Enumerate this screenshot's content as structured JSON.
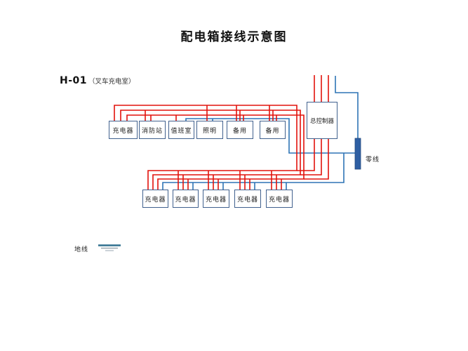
{
  "title": "配电箱接线示意图",
  "subtitle": {
    "code": "H-01",
    "room": "（叉车充电室）"
  },
  "controller": {
    "label": "总控制器"
  },
  "top_row": {
    "boxes": [
      {
        "label": "充电器"
      },
      {
        "label": "消防站"
      },
      {
        "label": "值班室"
      },
      {
        "label": "照明"
      },
      {
        "label": "备用"
      },
      {
        "label": "备用"
      }
    ]
  },
  "bottom_row": {
    "boxes": [
      {
        "label": "充电器"
      },
      {
        "label": "充电器"
      },
      {
        "label": "充电器"
      },
      {
        "label": "充电器"
      },
      {
        "label": "充电器"
      }
    ]
  },
  "labels": {
    "neutral_bus": "零线",
    "ground": "地线"
  },
  "colors": {
    "live_wire": "#e2120b",
    "neutral_wire": "#2e74b5",
    "neutral_bar_fill": "#2e5fa3",
    "box_border": "#41618e",
    "text": "#111111"
  }
}
